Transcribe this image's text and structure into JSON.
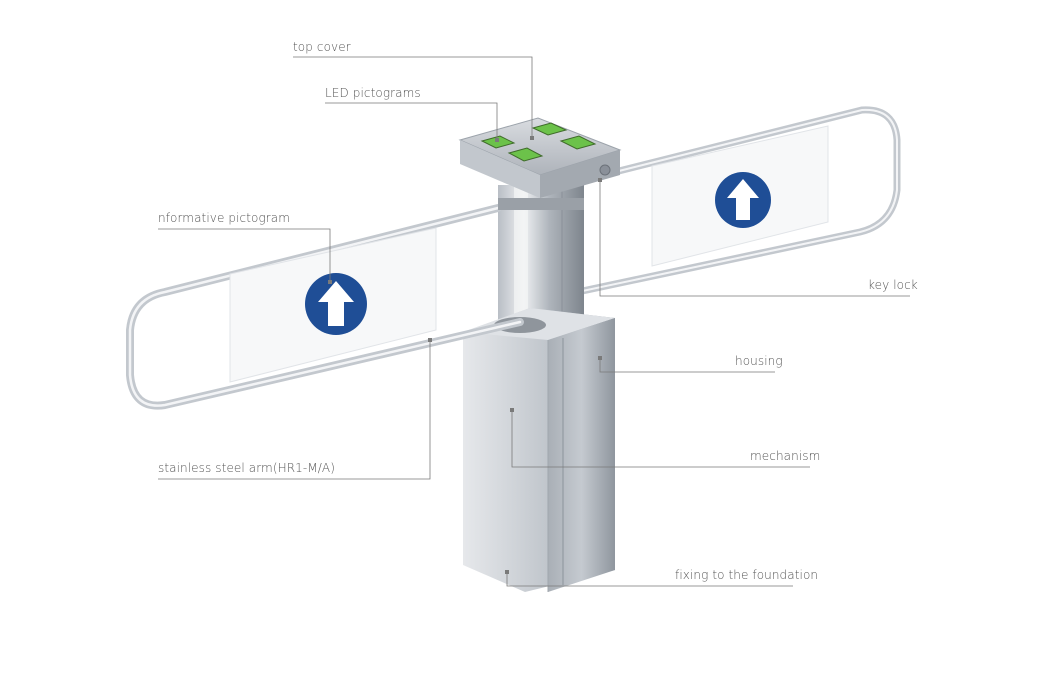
{
  "labels": {
    "top_cover": "top cover",
    "led_pictograms": "LED pictograms",
    "informative_pictogram": "nformative pictogram",
    "key_lock": "key lock",
    "housing": "housing",
    "mechanism": "mechanism",
    "stainless_steel_arm": "stainless steel arm(HR1-M/A)",
    "fixing": "fixing to the foundation"
  },
  "colors": {
    "accent": "#1f4e96",
    "led": "#6cc24a",
    "steel": "#c9cdd3",
    "line": "#7a7a7a"
  },
  "icons": [
    "up-arrow-icon",
    "up-arrow-icon",
    "led-pictogram-icon"
  ]
}
